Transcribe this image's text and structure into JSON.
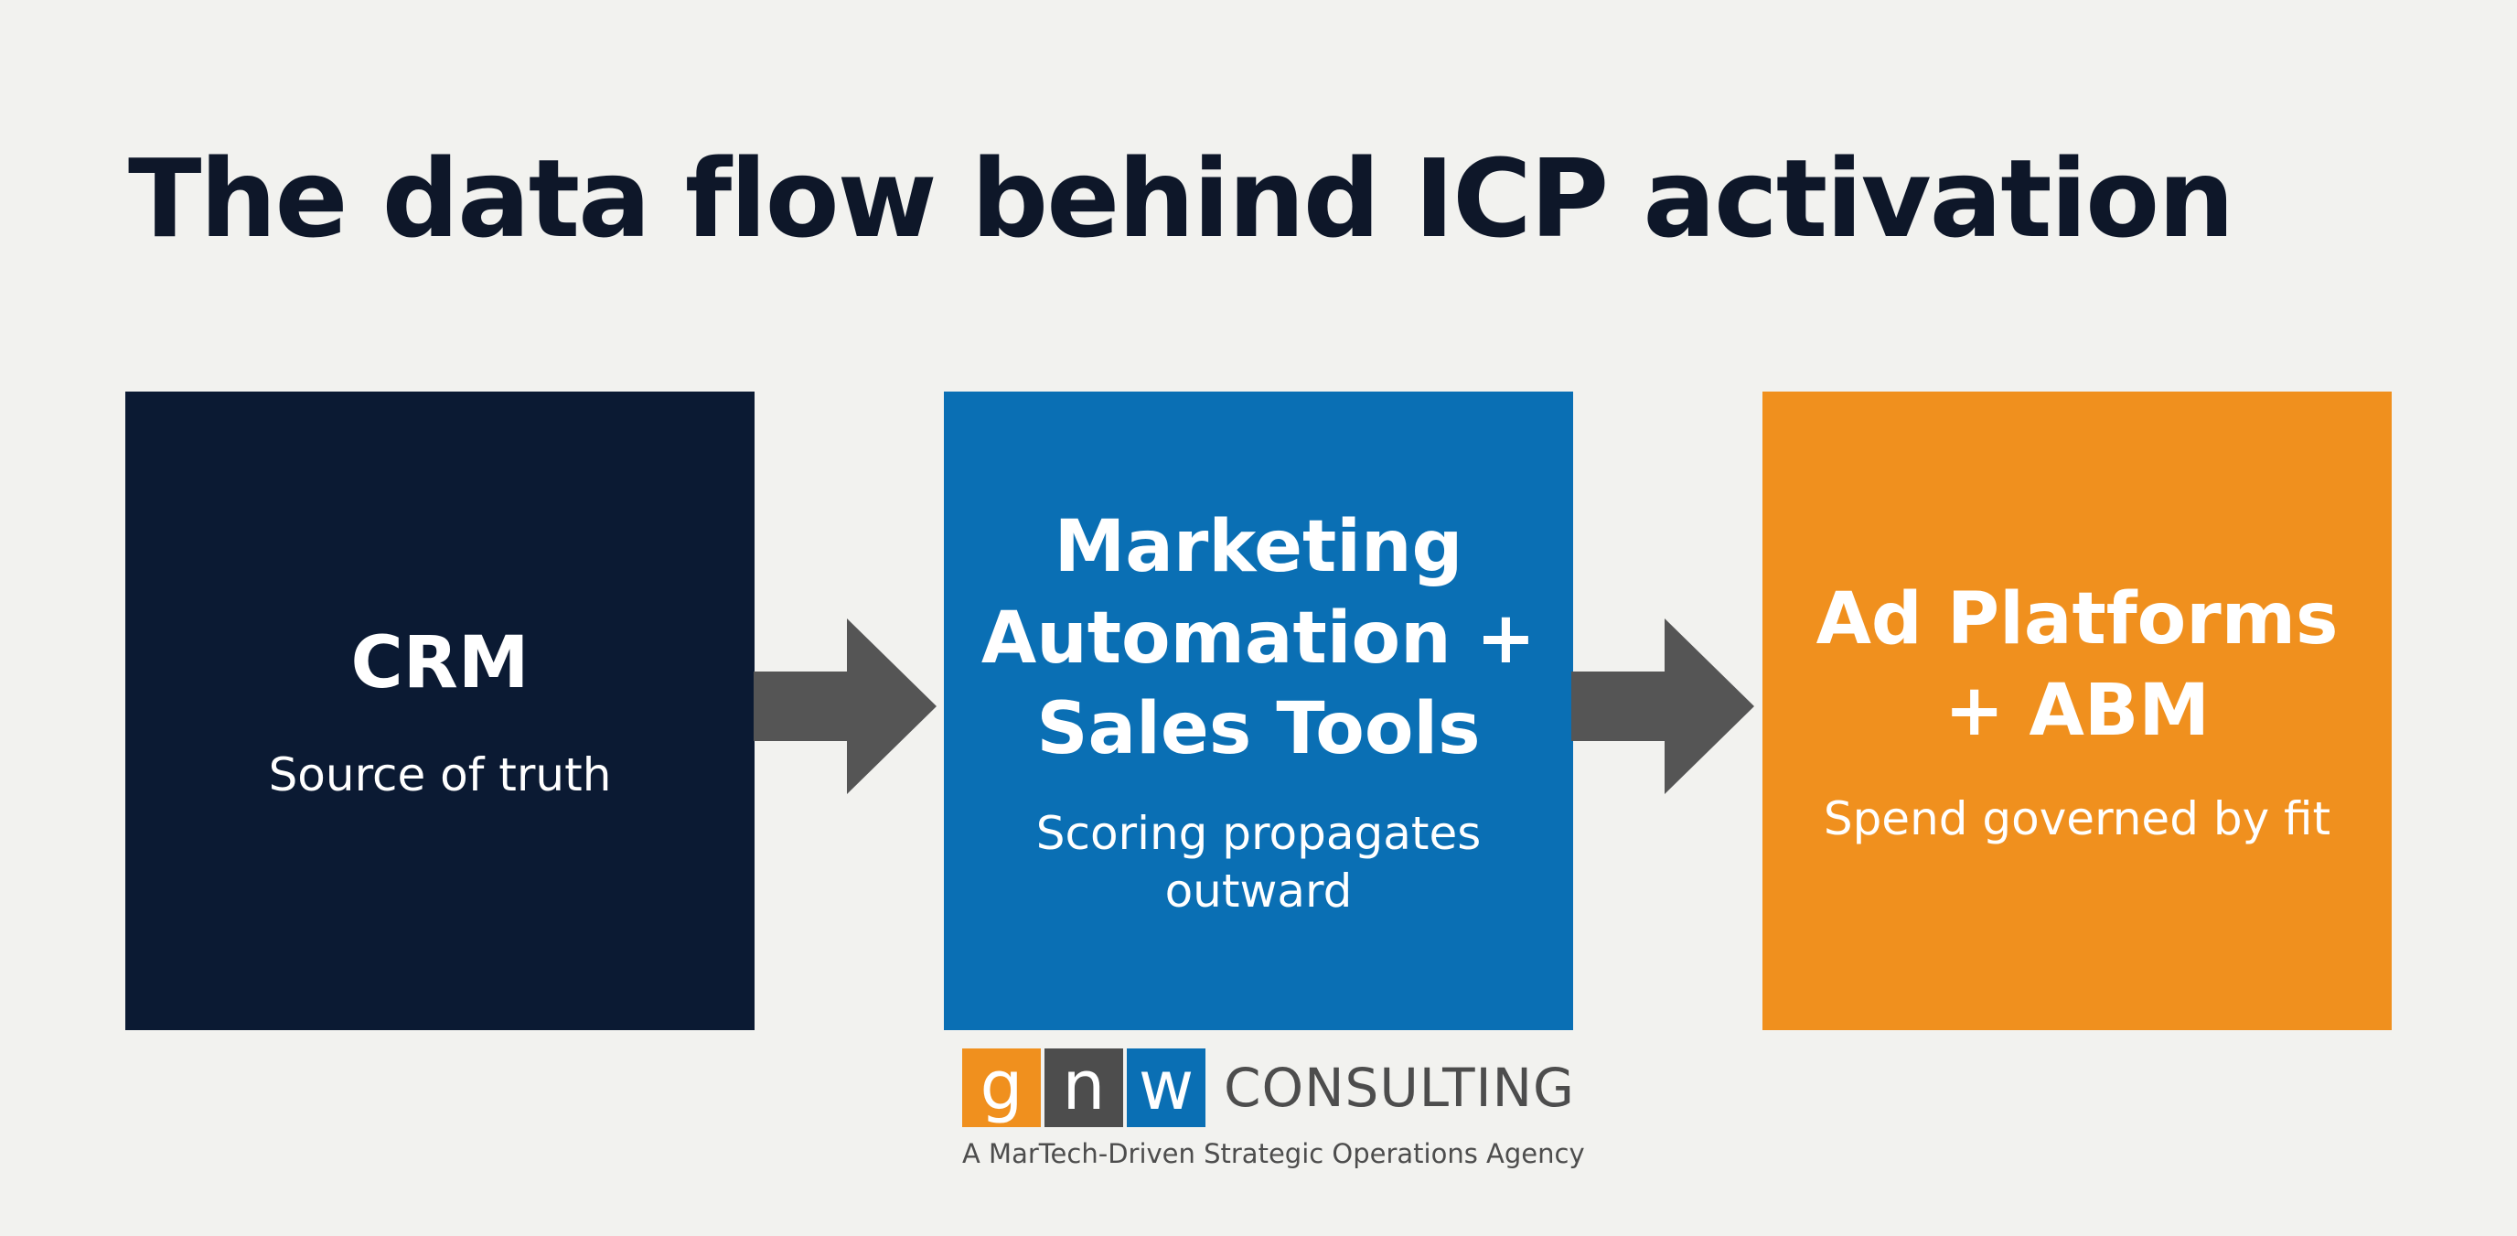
{
  "title": "The data flow behind ICP activation",
  "steps": [
    {
      "title": "CRM",
      "subtitle": "Source of truth",
      "color": "#0b1a33"
    },
    {
      "title": "Marketing\nAutomation +\nSales Tools",
      "subtitle": "Scoring propagates\noutward",
      "color": "#0a6fb4"
    },
    {
      "title": "Ad Platforms\n+ ABM",
      "subtitle": "Spend governed by fit",
      "color": "#f0901e"
    }
  ],
  "arrow_color": "#555555",
  "logo": {
    "letters": [
      "g",
      "n",
      "w"
    ],
    "wordmark": "CONSULTING",
    "tagline": "A MarTech-Driven Strategic Operations Agency"
  }
}
